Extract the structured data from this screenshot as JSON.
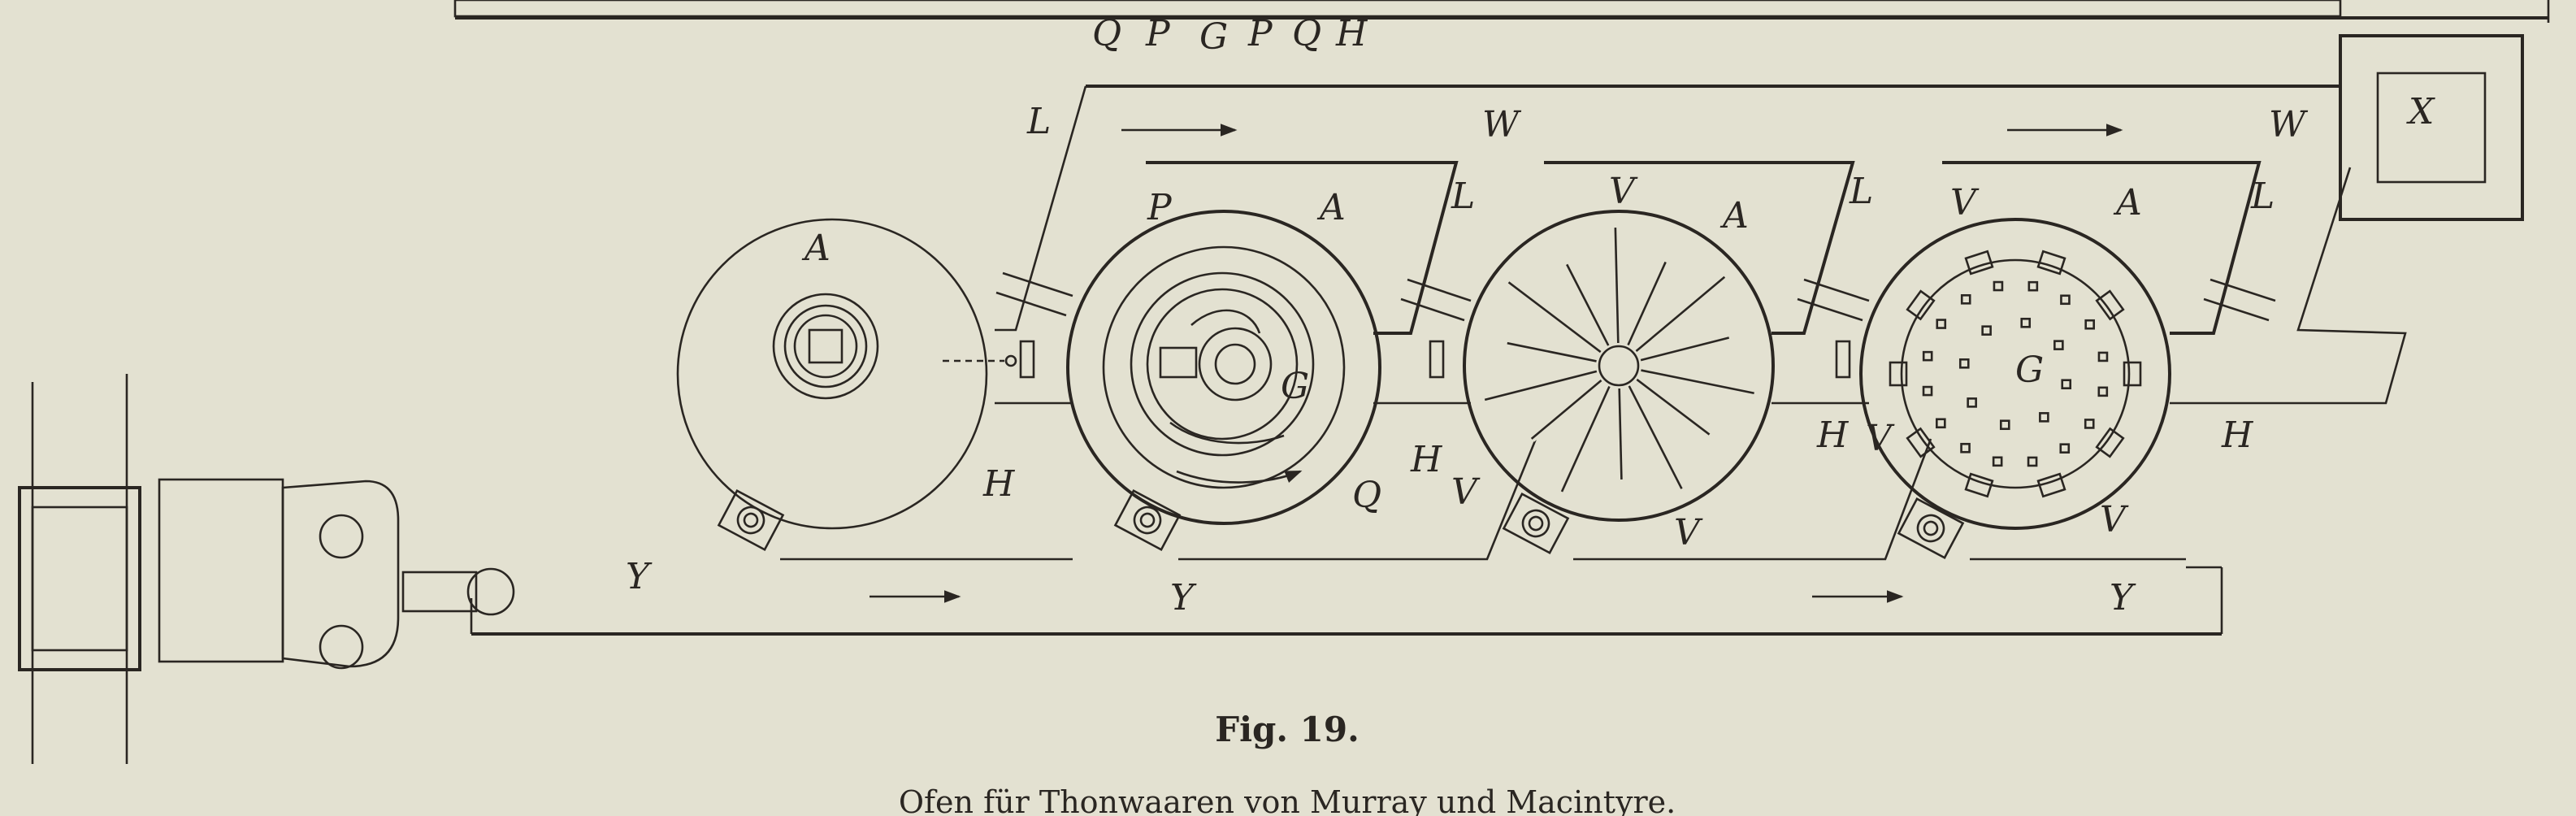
{
  "figure": {
    "number_label": "Fig. 19.",
    "caption": "Ofen für Thonwaaren von Murray und Macintyre."
  },
  "labels": {
    "top_row": [
      "Q",
      "P",
      "G",
      "P",
      "Q",
      "H"
    ],
    "flue_upper": [
      "L",
      "W",
      "W"
    ],
    "chamber_1": [
      "A",
      "H"
    ],
    "chamber_2": [
      "P",
      "A",
      "L",
      "G",
      "Q",
      "H"
    ],
    "chamber_3": [
      "V",
      "A",
      "L",
      "V",
      "V",
      "H"
    ],
    "chamber_4": [
      "V",
      "A",
      "L",
      "G",
      "V",
      "V",
      "H"
    ],
    "flue_lower": [
      "Y",
      "Y",
      "Y"
    ],
    "box": "X"
  },
  "colors": {
    "paper": "#e3e1d1",
    "ink": "#2a2622"
  }
}
